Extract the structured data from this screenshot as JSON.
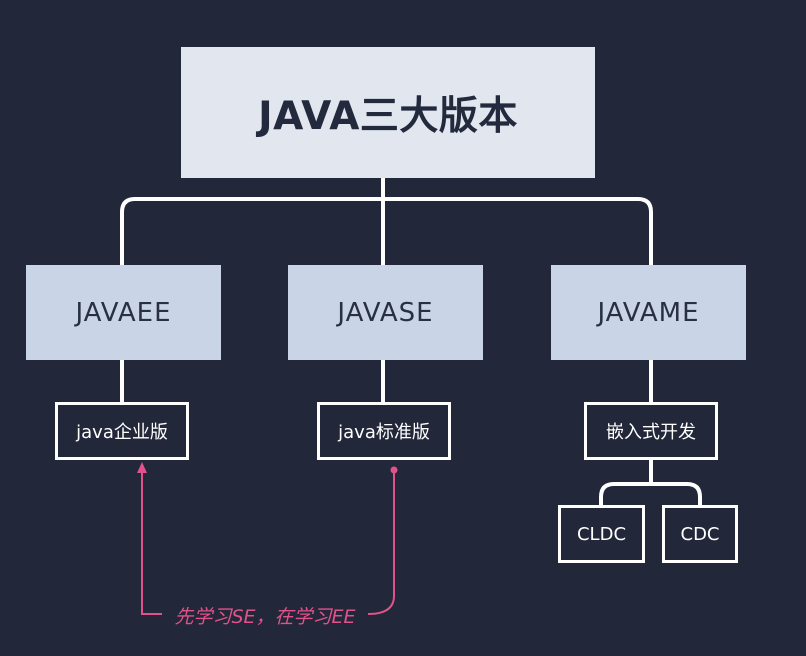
{
  "root": {
    "label": "JAVA三大版本"
  },
  "editions": [
    {
      "label": "JAVAEE",
      "child": "java企业版"
    },
    {
      "label": "JAVASE",
      "child": "java标准版"
    },
    {
      "label": "JAVAME",
      "child": "嵌入式开发"
    }
  ],
  "me_children": [
    {
      "label": "CLDC"
    },
    {
      "label": "CDC"
    }
  ],
  "note": {
    "text": "先学习SE，在学习EE"
  },
  "colors": {
    "background": "#222739",
    "root_fill": "#e1e6ef",
    "edition_fill": "#c9d4e6",
    "connector": "#ffffff",
    "note": "#e2528a"
  }
}
